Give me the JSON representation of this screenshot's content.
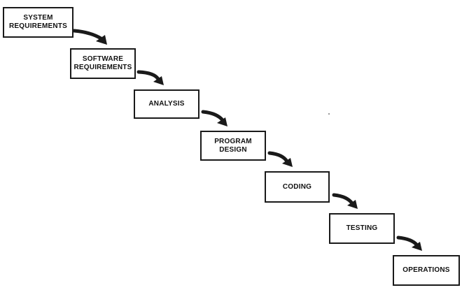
{
  "diagram": {
    "stages": [
      {
        "id": "system-requirements",
        "label": "SYSTEM\nREQUIREMENTS"
      },
      {
        "id": "software-requirements",
        "label": "SOFTWARE\nREQUIREMENTS"
      },
      {
        "id": "analysis",
        "label": "ANALYSIS"
      },
      {
        "id": "program-design",
        "label": "PROGRAM\nDESIGN"
      },
      {
        "id": "coding",
        "label": "CODING"
      },
      {
        "id": "testing",
        "label": "TESTING"
      },
      {
        "id": "operations",
        "label": "OPERATIONS"
      }
    ],
    "connections": [
      {
        "from": "system-requirements",
        "to": "software-requirements"
      },
      {
        "from": "software-requirements",
        "to": "analysis"
      },
      {
        "from": "analysis",
        "to": "program-design"
      },
      {
        "from": "program-design",
        "to": "coding"
      },
      {
        "from": "coding",
        "to": "testing"
      },
      {
        "from": "testing",
        "to": "operations"
      }
    ],
    "colors": {
      "ink": "#1a1a1a",
      "background": "#ffffff"
    }
  }
}
